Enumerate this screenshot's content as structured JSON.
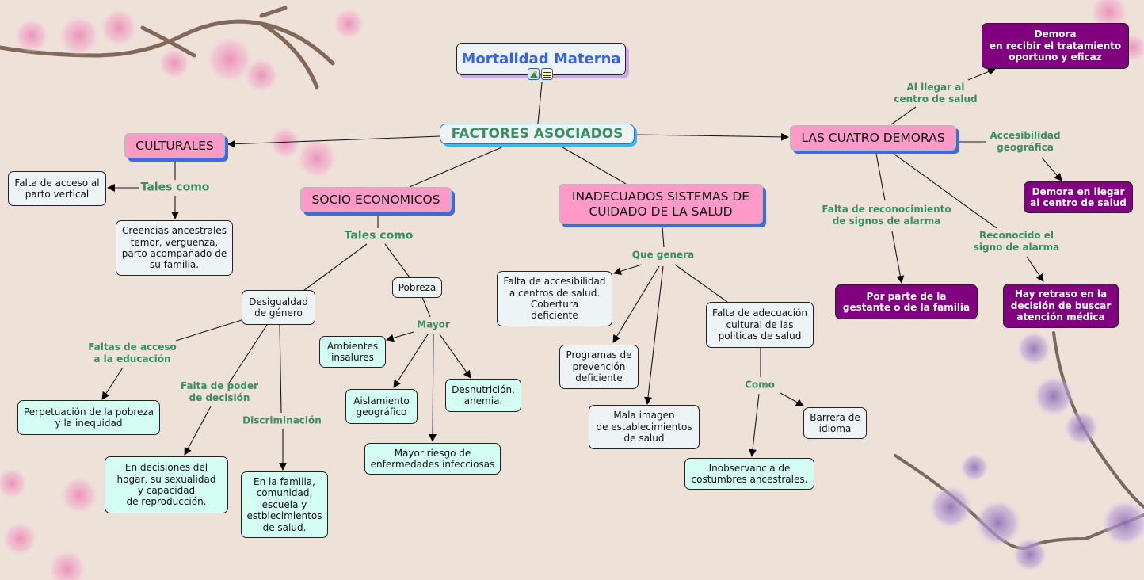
{
  "map": {
    "title": "Mortalidad Materna",
    "hub": "FACTORES ASOCIADOS",
    "title_icons": [
      "image-resource-icon",
      "document-resource-icon"
    ],
    "colors": {
      "background": "#ede1d8",
      "category_fill": "#fe99c8",
      "category_shadow": "#3f68e3",
      "linking_phrase": "#3a8f62",
      "root_text": "#3a62e0",
      "purple_fill": "#800080",
      "aqua_fill": "#d3fcf2",
      "leaf_fill": "#eef3f6"
    },
    "categories": {
      "culturales": "CULTURALES",
      "socio": "SOCIO ECONOMICOS",
      "sistemas": "INADECUADOS SISTEMAS DE\nCUIDADO DE LA SALUD",
      "demoras": "LAS CUATRO DEMORAS"
    },
    "culturales": {
      "link": "Tales como",
      "items": [
        "Falta de acceso al\nparto vertical",
        "Creencias ancestrales\ntemor, verguenza,\nparto acompañado de\nsu familia."
      ]
    },
    "socio": {
      "link": "Tales como",
      "desigualdad": "Desigualdad\nde género",
      "pobreza": "Pobreza",
      "desigualdad_links": {
        "educacion": "Faltas de acceso\na la educación",
        "poder": "Falta de poder\nde decisión",
        "discriminacion": "Discriminación"
      },
      "desigualdad_items": {
        "perpetuacion": "Perpetuación de la pobreza\ny la inequidad",
        "decisiones": "En decisiones del\nhogar, su  sexualidad\ny capacidad\nde reproducción.",
        "familia": "En la familia,\ncomunidad,\nescuela y\nestblecimientos\nde salud."
      },
      "pobreza_link": "Mayor",
      "pobreza_items": {
        "ambientes": "Ambientes\ninsalures",
        "aislamiento": "Aislamiento\ngeográfico",
        "riesgo": "Mayor riesgo de\nenfermedades infecciosas",
        "desnutricion": "Desnutrición,\nanemia."
      }
    },
    "sistemas": {
      "link": "Que genera",
      "items": {
        "accesibilidad": "Falta de accesibilidad\na centros de salud.\nCobertura\ndeficiente",
        "programas": "Programas de\nprevención\ndeficiente",
        "mala_imagen": "Mala imagen\nde establecimientos\nde salud",
        "adecuacion": "Falta de adecuación\ncultural de las\npoliticas de salud"
      },
      "como_link": "Como",
      "como_items": {
        "barrera": "Barrera de\nidioma",
        "inobservancia": "Inobservancia de\ncostumbres ancestrales."
      }
    },
    "demoras": {
      "links": {
        "al_llegar": "Al llegar al\ncentro de salud",
        "accesibilidad": "Accesibilidad\ngeográfica",
        "falta_reconocimiento": "Falta de reconocimiento\nde signos de alarma",
        "reconocido": "Reconocido el\nsigno de alarma"
      },
      "items": {
        "tratamiento": "Demora\nen recibir el tratamiento\noportuno y eficaz",
        "llegar": "Demora en llegar\nal centro de salud",
        "gestante": "Por parte de la\ngestante o de la familia",
        "retraso": "Hay retraso en la\ndecisión de buscar\natención médica"
      }
    }
  }
}
